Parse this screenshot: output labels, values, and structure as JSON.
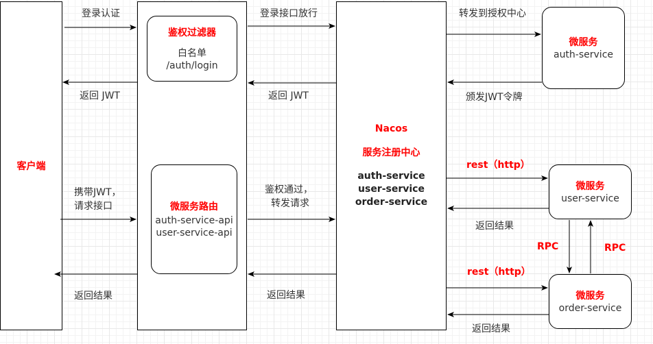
{
  "client": {
    "label": "客户端"
  },
  "gateway": {
    "filter": {
      "title": "鉴权过滤器",
      "line1": "白名单",
      "line2": "/auth/login"
    },
    "router": {
      "title": "微服务路由",
      "line1": "auth-service-api",
      "line2": "user-service-api"
    }
  },
  "nacos": {
    "title": "Nacos",
    "subtitle": "服务注册中心",
    "services": [
      "auth-service",
      "user-service",
      "order-service"
    ]
  },
  "microservices": {
    "auth": {
      "title": "微服务",
      "name": "auth-service"
    },
    "user": {
      "title": "微服务",
      "name": "user-service"
    },
    "order": {
      "title": "微服务",
      "name": "order-service"
    }
  },
  "labels": {
    "login_auth": "登录认证",
    "return_jwt_1": "返回 JWT",
    "carry_jwt_1": "携带JWT，",
    "carry_jwt_2": "请求接口",
    "return_result_1": "返回结果",
    "login_pass": "登录接口放行",
    "return_jwt_2": "返回 JWT",
    "auth_pass_1": "鉴权通过，",
    "auth_pass_2": "转发请求",
    "return_result_2": "返回结果",
    "forward_auth": "转发到授权中心",
    "issue_jwt": "颁发JWT令牌",
    "rest_user": "rest（http）",
    "return_result_user": "返回结果",
    "rpc_left": "RPC",
    "rpc_right": "RPC",
    "rest_order": "rest（http）",
    "return_result_order": "返回结果"
  }
}
